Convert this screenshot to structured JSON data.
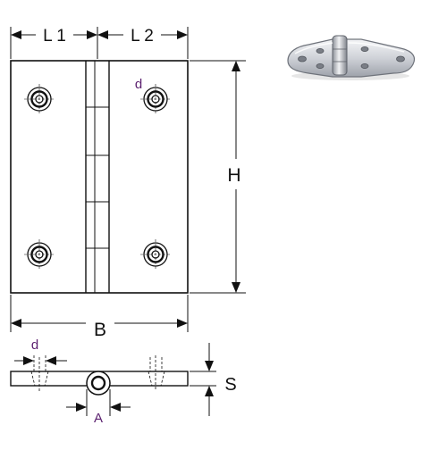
{
  "labels": {
    "l1": "L 1",
    "l2": "L 2",
    "h": "H",
    "b": "B",
    "d_top": "d",
    "d_side": "d",
    "s": "S",
    "a": "A"
  },
  "colors": {
    "line": "#111111",
    "dimension_text": "#111111",
    "feature_text": "#5a1f6e",
    "photo_metal": "#d9dbe0"
  },
  "illustration": {
    "photo_icon": "hinge-photo-icon"
  }
}
